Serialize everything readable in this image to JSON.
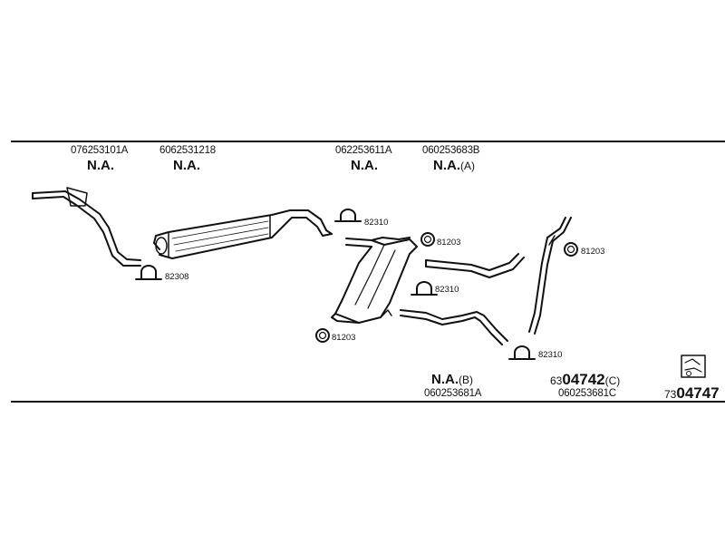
{
  "top_labels": [
    {
      "part_no": "076253101A",
      "status": "N.A."
    },
    {
      "part_no": "6062531218",
      "status": "N.A."
    },
    {
      "part_no": "062253611A",
      "status": "N.A."
    },
    {
      "part_no": "060253683B",
      "status": "N.A.",
      "suffix": "(A)"
    }
  ],
  "clamp_labels": {
    "c82310_a": "82310",
    "c82308": "82308",
    "c81203_a": "81203",
    "c82310_b": "82310",
    "c81203_b": "81203",
    "c81203_c": "81203",
    "c82310_c": "82310"
  },
  "bottom_labels": {
    "na_b": {
      "status": "N.A.",
      "suffix": "(B)",
      "part_no": "060253681A"
    },
    "set_c": {
      "prefix": "63",
      "number": "04742",
      "suffix": "(C)",
      "part_no": "060253681C"
    },
    "set_main": {
      "prefix": "73",
      "number": "04747"
    }
  },
  "colors": {
    "line": "#111111",
    "background": "#ffffff"
  }
}
